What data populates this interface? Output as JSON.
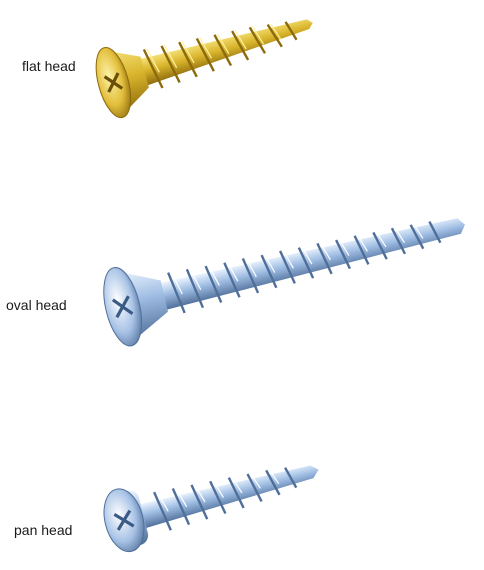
{
  "screws": [
    {
      "label": "flat head",
      "finish": "gold",
      "icon": "flat-head-screw-icon"
    },
    {
      "label": "oval head",
      "finish": "silver",
      "icon": "oval-head-screw-icon"
    },
    {
      "label": "pan head",
      "finish": "silver",
      "icon": "pan-head-screw-icon"
    }
  ],
  "colors": {
    "gold_light": "#f6e27a",
    "gold_mid": "#d9b52c",
    "gold_dark": "#8c6a0c",
    "silver_light": "#eef6ff",
    "silver_mid": "#9fbde3",
    "silver_dark": "#4f6f9a"
  }
}
